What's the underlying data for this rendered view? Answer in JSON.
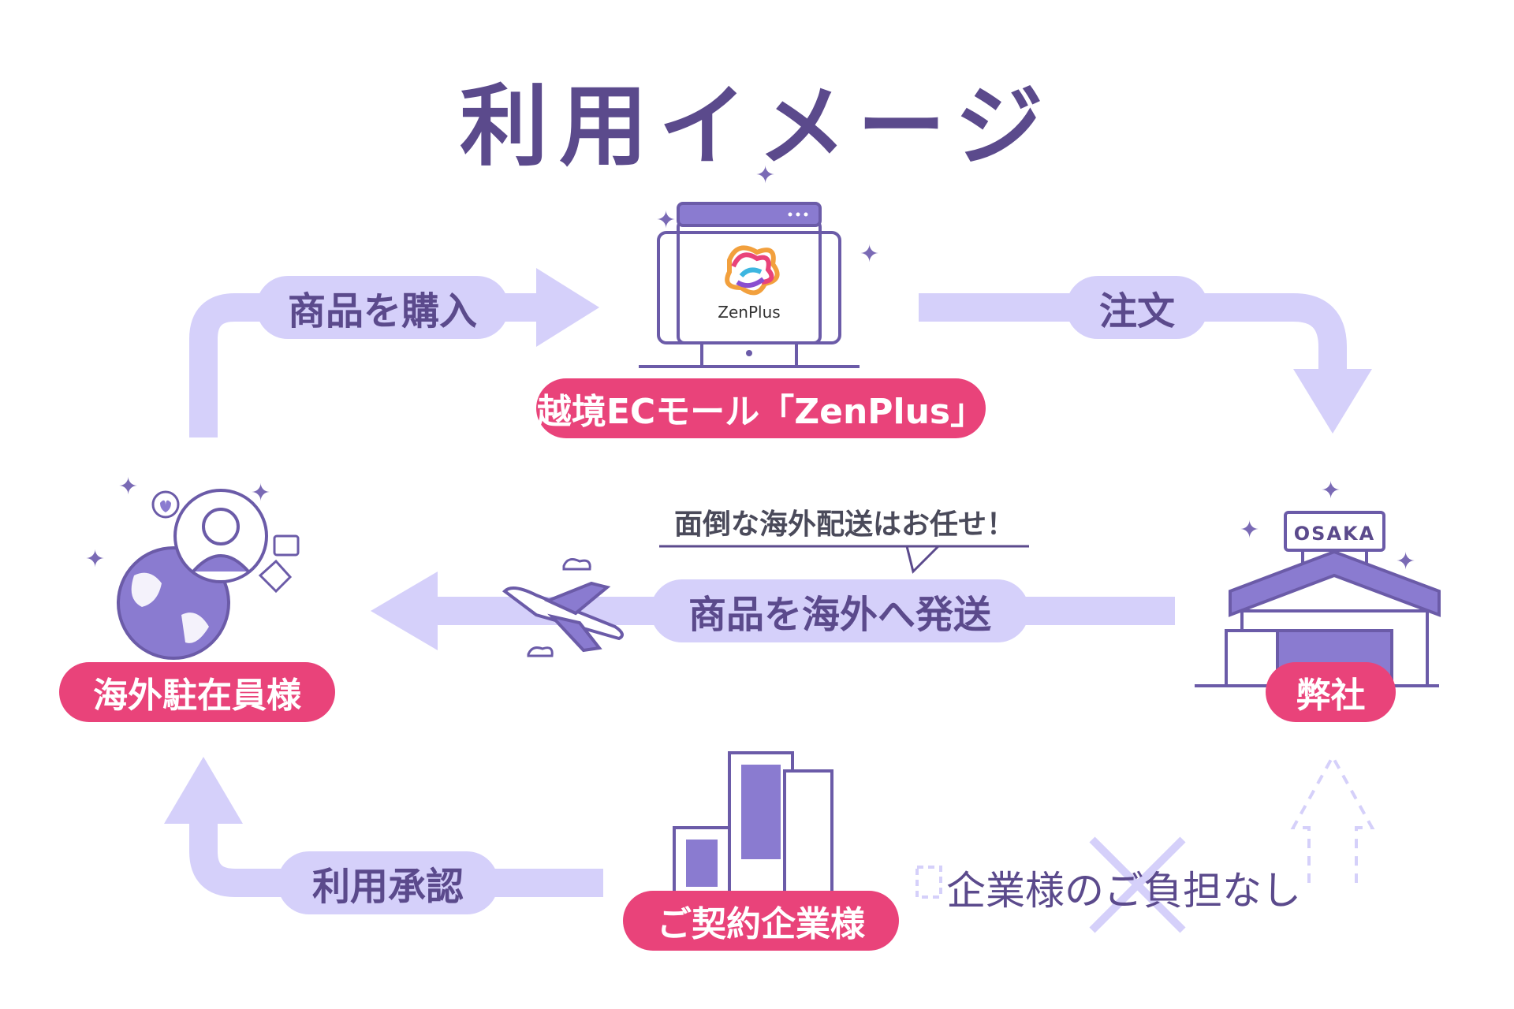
{
  "title": "利用イメージ",
  "colors": {
    "flow_arrow": "#d5d0fa",
    "label_pill": "#e9437a",
    "icon_stroke": "#6b5ba8",
    "icon_fill": "#8a7bd0",
    "text_purple": "#5b4a8c"
  },
  "arrows": {
    "purchase": "商品を購入",
    "order": "注文",
    "ship": "商品を海外へ発送",
    "approve": "利用承認"
  },
  "nodes": {
    "mall": {
      "label": "越境ECモール「ZenPlus」",
      "logo_text": "ZenPlus",
      "icon": "laptop-icon"
    },
    "expat": {
      "label": "海外駐在員様",
      "icon": "globe-person-icon"
    },
    "company": {
      "label": "弊社",
      "sign": "OSAKA",
      "icon": "warehouse-icon"
    },
    "client": {
      "label": "ご契約企業様",
      "icon": "office-building-icon"
    }
  },
  "speech_note": "面倒な海外配送はお任せ！",
  "no_cost": "企業様のご負担なし"
}
